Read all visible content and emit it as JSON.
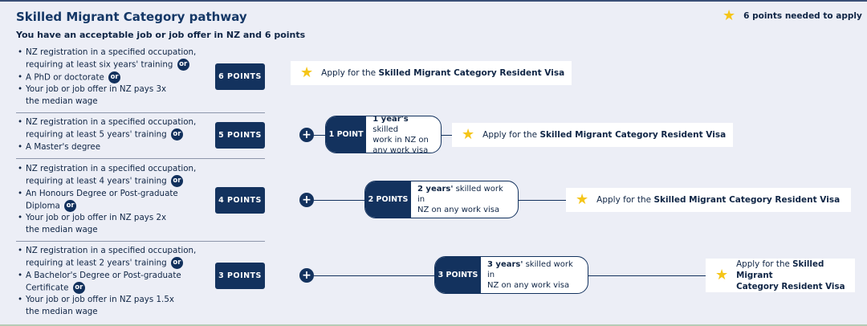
{
  "title": "Skilled Migrant Category pathway",
  "subtitle": "You have an acceptable job or job offer in NZ and 6 points",
  "legend": {
    "text": "6 points needed to apply",
    "icon": "star-icon",
    "star_color": "#f5c518"
  },
  "or_label": "or",
  "plus_label": "+",
  "apply": {
    "prefix": "Apply for the",
    "visa": "Skilled Migrant Category Resident Visa",
    "visa_line1": "Skilled Migrant",
    "visa_line2": "Category Resident Visa"
  },
  "colors": {
    "navy": "#13325e",
    "background": "#eceef6"
  },
  "rows": [
    {
      "points": "6 POINTS",
      "criteria": [
        {
          "l1": "NZ registration in a specified occupation,",
          "l2": "requiring at least six years' training"
        },
        {
          "l1": "A PhD or doctorate"
        },
        {
          "l1": "Your job or job offer in NZ pays 3x",
          "l2": "the median wage"
        }
      ]
    },
    {
      "points": "5 POINTS",
      "criteria": [
        {
          "l1": "NZ registration in a specified occupation,",
          "l2": "requiring at least 5 years' training"
        },
        {
          "l1": "A Master's degree"
        }
      ],
      "work": {
        "label": "1 POINT",
        "bold": "1 year's",
        "rest1": " skilled",
        "line2": "work in NZ on",
        "line3": "any work visa"
      }
    },
    {
      "points": "4 POINTS",
      "criteria": [
        {
          "l1": "NZ registration in a specified occupation,",
          "l2": "requiring at least 4 years' training"
        },
        {
          "l1": "An Honours Degree or Post-graduate",
          "l2": "Diploma"
        },
        {
          "l1": "Your job or job offer in NZ pays 2x",
          "l2": "the median wage"
        }
      ],
      "work": {
        "label": "2 POINTS",
        "bold": "2 years'",
        "rest1": " skilled work in",
        "line2": "NZ on any work visa"
      }
    },
    {
      "points": "3 POINTS",
      "criteria": [
        {
          "l1": "NZ registration in a specified occupation,",
          "l2": "requiring at least 2 years' training"
        },
        {
          "l1": "A Bachelor's Degree or Post-graduate",
          "l2": "Certificate"
        },
        {
          "l1": "Your job or job offer in NZ pays 1.5x",
          "l2": "the median wage"
        }
      ],
      "work": {
        "label": "3 POINTS",
        "bold": "3 years'",
        "rest1": " skilled work in",
        "line2": "NZ on any work visa"
      }
    }
  ]
}
